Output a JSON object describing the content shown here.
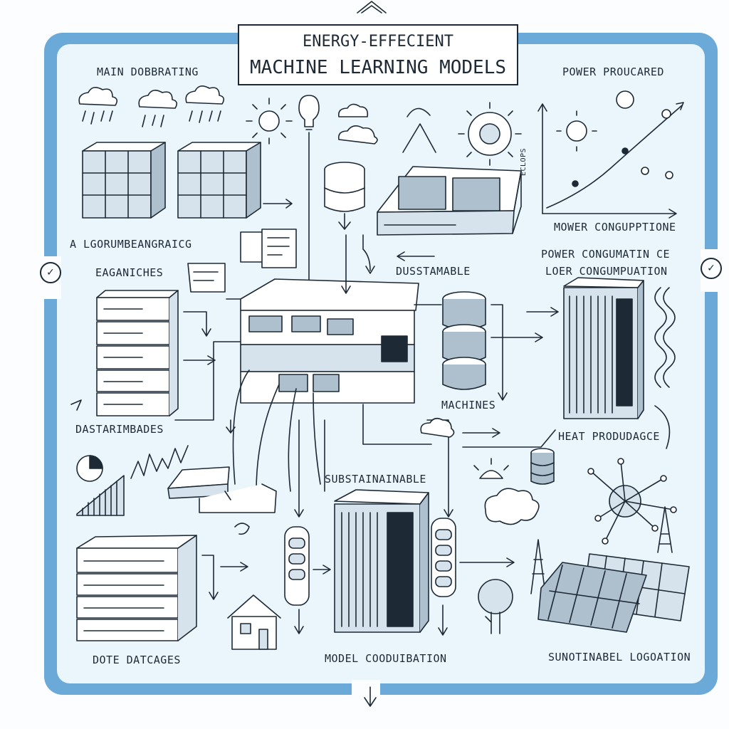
{
  "title": {
    "line1": "ENERGY-EFFECIENT",
    "line2": "MACHINE LEARNING MODELS"
  },
  "labels": {
    "main_dobbrating": "MAIN DOBBRATING",
    "algorithms": "A LGORUMBEANGRAICG",
    "eaganiches": "EAGANICHES",
    "dastarimbades": "DASTARIMBADES",
    "dote_datcages": "DOTE DATCAGES",
    "dustamable": "DUSSTAMABLE",
    "machines": "MACHINES",
    "substainable": "SUBSTAINAINABLE",
    "model_computation": "MODEL COODUIBATION",
    "power_procured": "POWER PROUCARED",
    "mower_consumption": "MOWER CONGUPPTIONE",
    "power_consumption": "POWER CONGUMATIN CE",
    "loer_consumption": "LOER CONGUMPUATION",
    "heat_production": "HEAT PRODUDAGCE",
    "sustainable_location": "SUNOTINABEL LOGOATION",
    "axis_text": "ECLOPS"
  },
  "colors": {
    "frame": "#6aa9d8",
    "frame_inner": "#e9f4fb",
    "ink": "#1d2a36",
    "accent": "#6aa9d8",
    "fill": "#ffffff"
  },
  "icons": [
    "cloud-rain-icon",
    "sun-icon",
    "lightbulb-icon",
    "gear-icon",
    "house-icon",
    "tree-icon",
    "transmission-tower-icon",
    "solar-panel-icon"
  ]
}
